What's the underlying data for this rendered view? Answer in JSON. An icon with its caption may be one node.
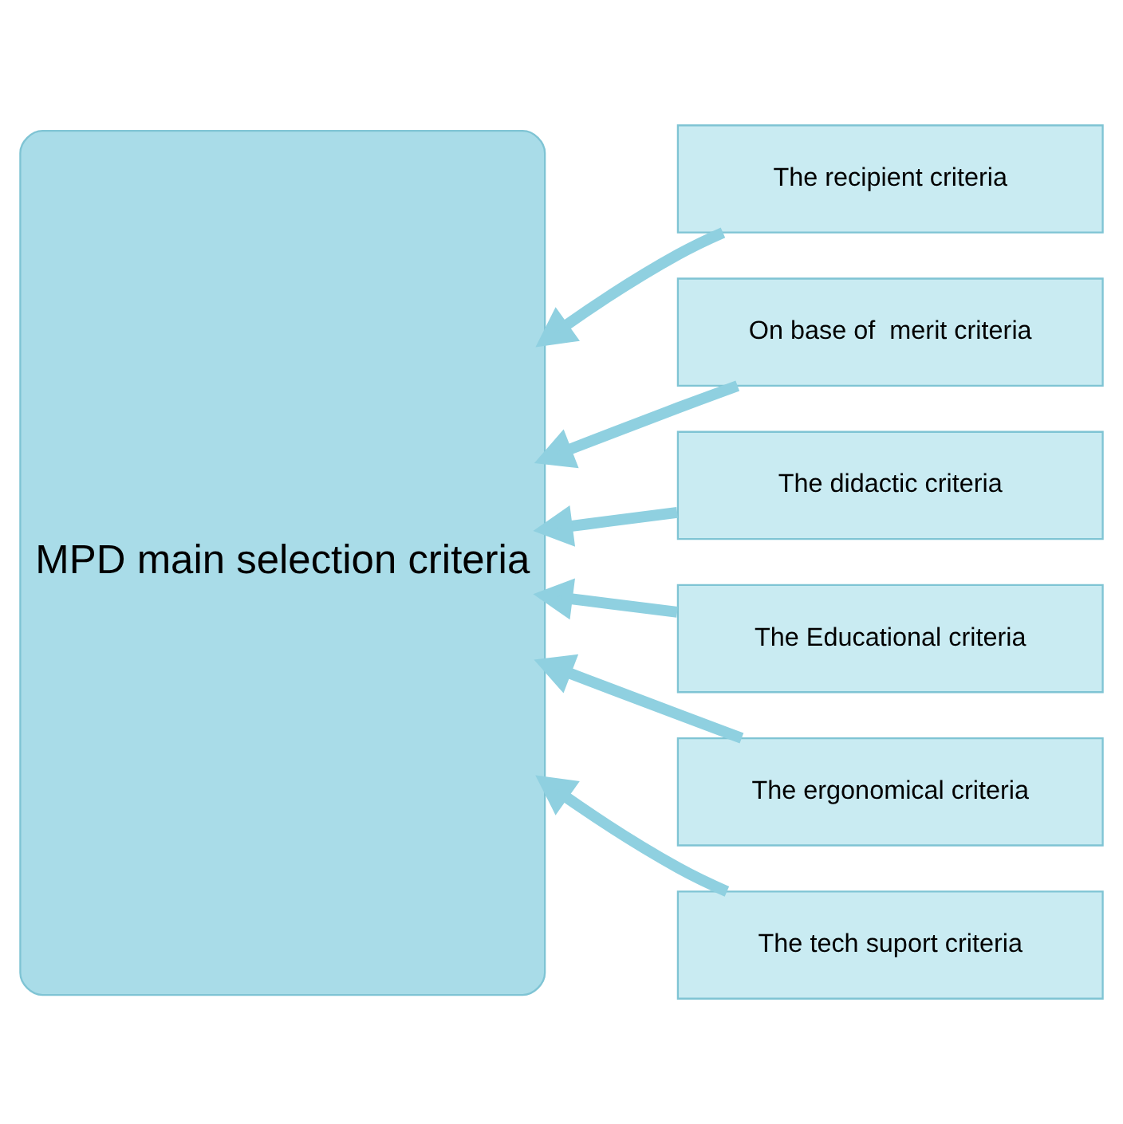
{
  "diagram": {
    "nodes": [
      {
        "text": [
          "MPD main selection criteria"
        ]
      },
      {
        "text": [
          "The recipient criteria"
        ]
      },
      {
        "text": [
          "On base of  merit criteria"
        ]
      },
      {
        "text": [
          "The didactic criteria"
        ]
      },
      {
        "text": [
          "The Educational criteria"
        ]
      },
      {
        "text": [
          "The ergonomical criteria"
        ]
      },
      {
        "text": [
          "The tech suport criteria"
        ]
      }
    ],
    "edges": [
      {
        "from": 1,
        "to": 0,
        "arrow": "to"
      },
      {
        "from": 2,
        "to": 0,
        "arrow": "to"
      },
      {
        "from": 3,
        "to": 0,
        "arrow": "to"
      },
      {
        "from": 4,
        "to": 0,
        "arrow": "to"
      },
      {
        "from": 5,
        "to": 0,
        "arrow": "to"
      },
      {
        "from": 6,
        "to": 0,
        "arrow": "to"
      }
    ]
  }
}
